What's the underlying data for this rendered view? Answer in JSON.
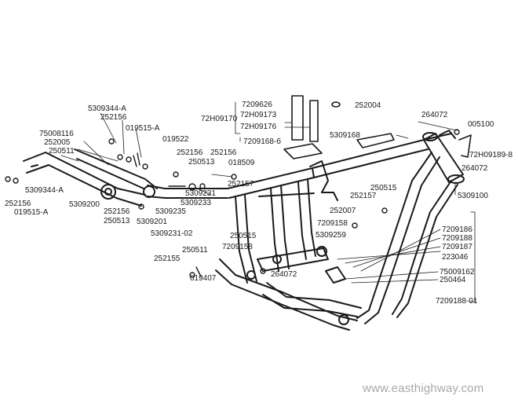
{
  "labels": {
    "p5309344A_top": "5309344-A",
    "p252156_a": "252156",
    "p019515A_top": "019515-A",
    "p75008116": "75008116",
    "p252005": "252005",
    "p250511_a": "250511",
    "p5309344A_left": "5309344-A",
    "p252156_left": "252156",
    "p019515A_left": "019515-A",
    "p5309200": "5309200",
    "p252156_b": "252156",
    "p250513_a": "250513",
    "p019522": "019522",
    "p252156_c": "252156",
    "p252156_d": "252156",
    "p250513_b": "250513",
    "p018509": "018509",
    "p5309231_a": "5309231",
    "p5309233": "5309233",
    "p5309235": "5309235",
    "p5309201": "5309201",
    "p5309231_02": "5309231-02",
    "p252157_a": "252157",
    "p7209626": "7209626",
    "p72H09173": "72H09173",
    "p72H09170": "72H09170",
    "p72H09176": "72H09176",
    "p252004": "252004",
    "p72091686": "7209168-б",
    "p5309168": "5309168",
    "p264072_a": "264072",
    "p005100": "005100",
    "p72H091898": "72H09189-8",
    "p264072_b": "264072",
    "p250515_a": "250515",
    "p252157_b": "252157",
    "p252007": "252007",
    "p5309100": "5309100",
    "p7209158_a": "7209158",
    "p5309259": "5309259",
    "p250515_b": "250515",
    "p7209158_b": "7209158",
    "p250511_b": "250511",
    "p252155": "252155",
    "p019407": "019407",
    "p264072_c": "264072",
    "p7209186": "7209186",
    "p7209188": "7209188",
    "p7209187": "7209187",
    "p223046": "223046",
    "p75009162": "75009162",
    "p250464": "250464",
    "p720918801": "7209188-01"
  },
  "watermark": "www.easthighway.com",
  "colors": {
    "ink": "#1a1a1a",
    "watermark": "#a8a8a8",
    "background": "#ffffff"
  }
}
